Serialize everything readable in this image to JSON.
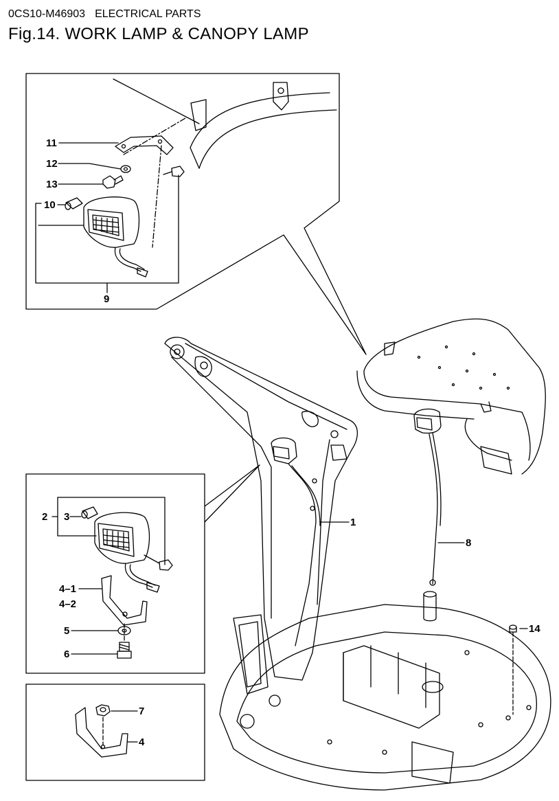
{
  "header": {
    "code": "0CS10-M46903",
    "section": "ELECTRICAL PARTS",
    "title": "Fig.14.  WORK LAMP & CANOPY LAMP"
  },
  "callouts": {
    "p1": "1",
    "p2": "2",
    "p3": "3",
    "p4_1": "4–1",
    "p4_2": "4–2",
    "p5": "5",
    "p6": "6",
    "p7": "7",
    "p4": "4",
    "p8": "8",
    "p9": "9",
    "p10": "10",
    "p11": "11",
    "p12": "12",
    "p13": "13",
    "p14": "14"
  }
}
